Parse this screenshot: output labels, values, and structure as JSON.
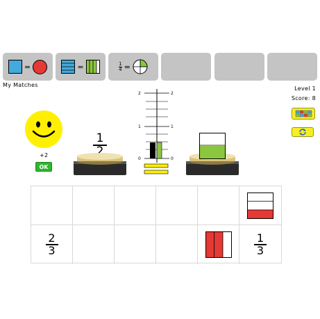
{
  "my_matches": {
    "label": "My Matches",
    "slot1_icon": "square-equals-circle",
    "slot2_icon": "striped-rects-equal",
    "slot3_fraction": {
      "num": "1",
      "den": "4"
    },
    "slot3_icon": "quarter-circle"
  },
  "status": {
    "level": "Level 1",
    "score": "Score: 8"
  },
  "feedback": {
    "points": "+2",
    "ok_label": "OK"
  },
  "left_plate": {
    "num": "1",
    "den": "2"
  },
  "right_plate": {
    "fill_fraction": 0.5
  },
  "scale": {
    "ticks_left": [
      "2",
      "1",
      "0"
    ],
    "ticks_right": [
      "2",
      "1",
      "0"
    ]
  },
  "grid": {
    "row1": {
      "cell6_pieces": 3,
      "cell6_filled": 1
    },
    "row2": {
      "cell1": {
        "num": "2",
        "den": "3"
      },
      "cell5_pieces": 3,
      "cell5_filled": 2,
      "cell6": {
        "num": "1",
        "den": "3"
      }
    }
  },
  "colors": {
    "blue": "#45a9dc",
    "red": "#e53935",
    "green": "#8cc63f",
    "yellow": "#fef000",
    "slot_gray": "#c4c4c4"
  }
}
